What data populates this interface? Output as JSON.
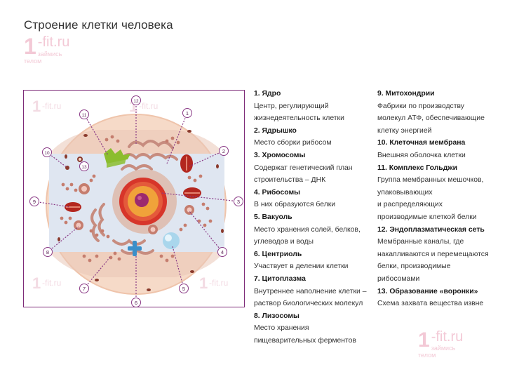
{
  "title": "Строение клетки человека",
  "logo": {
    "digit": "1",
    "brand": "-fit.ru",
    "slogan": "займись телом"
  },
  "colors": {
    "frame": "#7d2b78",
    "pointer": "#8a3a86",
    "membrane": "#f6dac8",
    "cytoplasm": "#dfe6f1",
    "nucleus": "#d7352a",
    "golgi": "#c78c7f",
    "ribosome": "#c57d6e",
    "centriole": "#3b8fc9",
    "er": "#8bbd2e",
    "vacuole": "#a9d6ec"
  },
  "diagram": {
    "callouts": [
      "1",
      "2",
      "3",
      "4",
      "5",
      "6",
      "7",
      "8",
      "9",
      "10",
      "11",
      "12",
      "13"
    ]
  },
  "legend": {
    "col1": [
      {
        "term": "1. Ядро",
        "desc": [
          "Центр, регулирующий",
          "жизнедеятельность клетки"
        ]
      },
      {
        "term": "2. Ядрышко",
        "desc": [
          "Место сборки рибосом"
        ]
      },
      {
        "term": "3. Хромосомы",
        "desc": [
          "Содержат генетический план",
          "строительства – ДНК"
        ]
      },
      {
        "term": "4. Рибосомы",
        "desc": [
          "В них образуются белки"
        ]
      },
      {
        "term": "5. Вакуоль",
        "desc": [
          "Место хранения солей, белков,",
          "углеводов и воды"
        ]
      },
      {
        "term": "6. Центриоль",
        "desc": [
          "Участвует в делении клетки"
        ]
      },
      {
        "term": "7. Цитоплазма",
        "desc": [
          "Внутреннее наполнение клетки –",
          "раствор биологических молекул"
        ]
      },
      {
        "term": "8. Лизосомы",
        "desc": [
          "Место хранения",
          "пищеварительных ферментов"
        ]
      }
    ],
    "col2": [
      {
        "term": "9. Митохондрии",
        "desc": [
          "Фабрики по производству",
          "молекул АТФ, обеспечивающие",
          "клетку энергией"
        ]
      },
      {
        "term": "10. Клеточная мембрана",
        "desc": [
          "Внешняя оболочка клетки"
        ]
      },
      {
        "term": "11. Комплекс Гольджи",
        "desc": [
          "Группа мембранных мешочков,",
          "упаковывающих",
          "и распределяющих",
          "производимые клеткой белки"
        ]
      },
      {
        "term": "12. Эндоплазматическая сеть",
        "desc": [
          "Мембранные каналы, где",
          "накапливаются и перемещаются",
          "белки, производимые",
          "рибосомами"
        ]
      },
      {
        "term": "13. Образование «воронки»",
        "desc": [
          "Схема захвата вещества извне"
        ]
      }
    ]
  }
}
